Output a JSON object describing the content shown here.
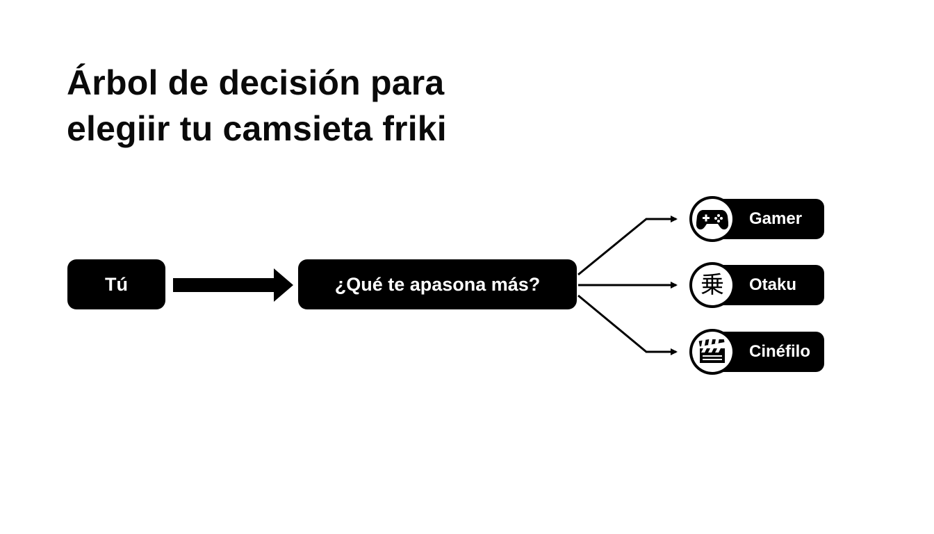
{
  "title_lines": [
    "Árbol de decisión para",
    "elegiir tu camsieta friki"
  ],
  "nodes": {
    "root": "Tú",
    "question": "¿Qué te apasona más?"
  },
  "options": [
    {
      "label": "Gamer",
      "icon": "gamepad-icon"
    },
    {
      "label": "Otaku",
      "icon": "kanji-icon",
      "glyph": "乗"
    },
    {
      "label": "Cinéfilo",
      "icon": "clapperboard-icon"
    }
  ],
  "colors": {
    "background": "#ffffff",
    "ink": "#000000",
    "node_text": "#ffffff"
  }
}
